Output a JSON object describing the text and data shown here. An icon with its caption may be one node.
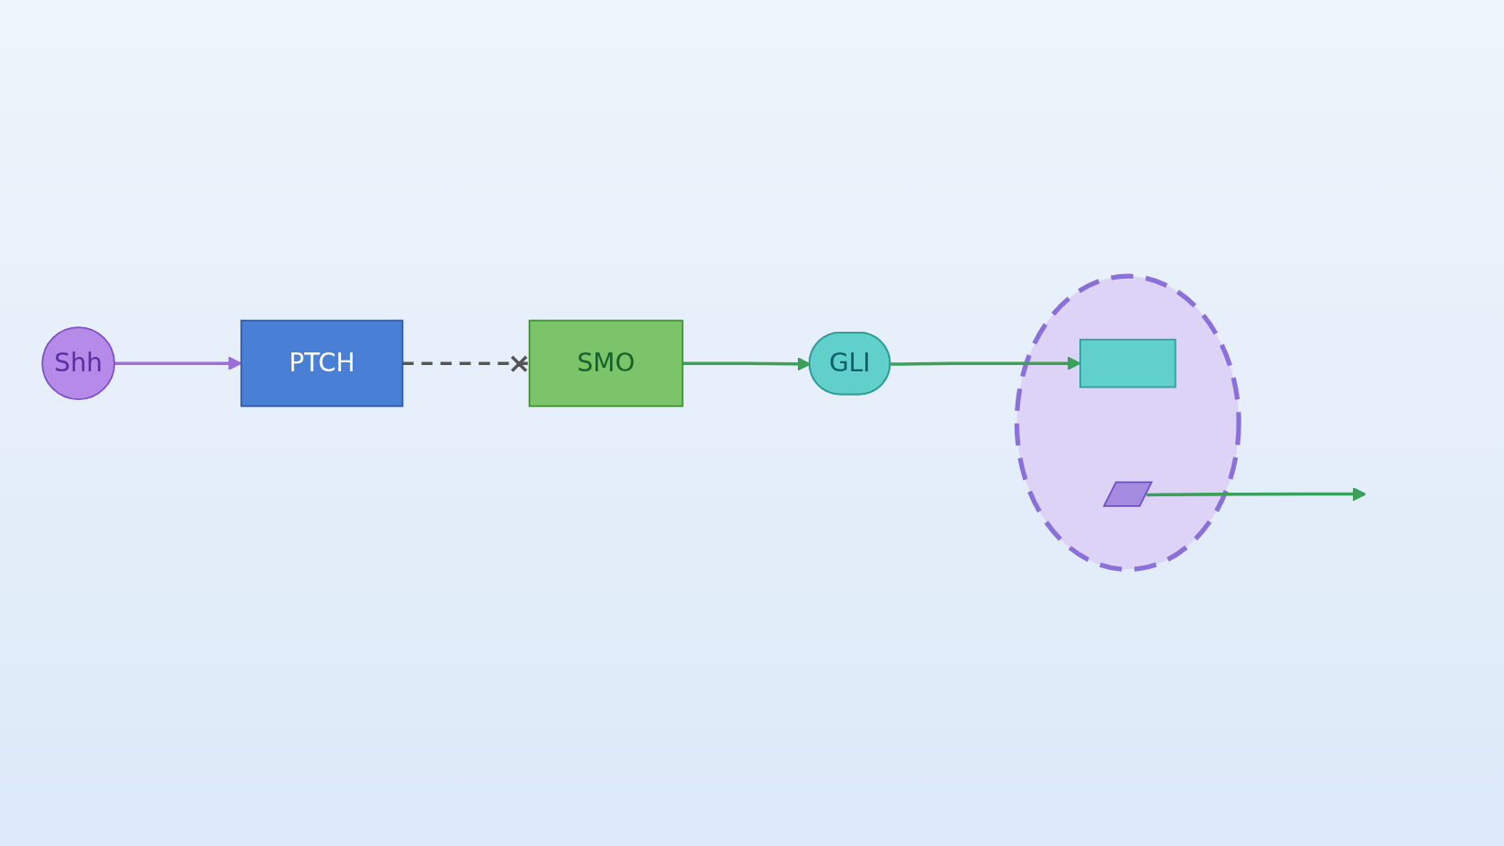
{
  "diagram": {
    "nodes": [
      {
        "text": [
          "Shh"
        ]
      },
      {
        "text": [
          "PTCH"
        ]
      },
      {
        "text": [
          "SMO"
        ]
      },
      {
        "text": [
          "GLI"
        ]
      },
      {
        "text": [],
        "shape": "circle"
      },
      {
        "text": [],
        "shape": "box",
        "in": 4
      },
      {
        "text": [],
        "shape": "picture",
        "in": 4
      }
    ],
    "edges": [
      {
        "from": 0,
        "to": 1,
        "arrow": "to",
        "color": "#9b6fd6"
      },
      {
        "from": 1,
        "to": 2,
        "arrow": "other",
        "style": "dashed",
        "color": "#555555"
      },
      {
        "from": 2,
        "to": 3,
        "arrow": "to"
      },
      {
        "from": 3,
        "to": 5,
        "arrow": "to"
      },
      {
        "from": 6,
        "to": null,
        "arrow": "to"
      }
    ]
  }
}
